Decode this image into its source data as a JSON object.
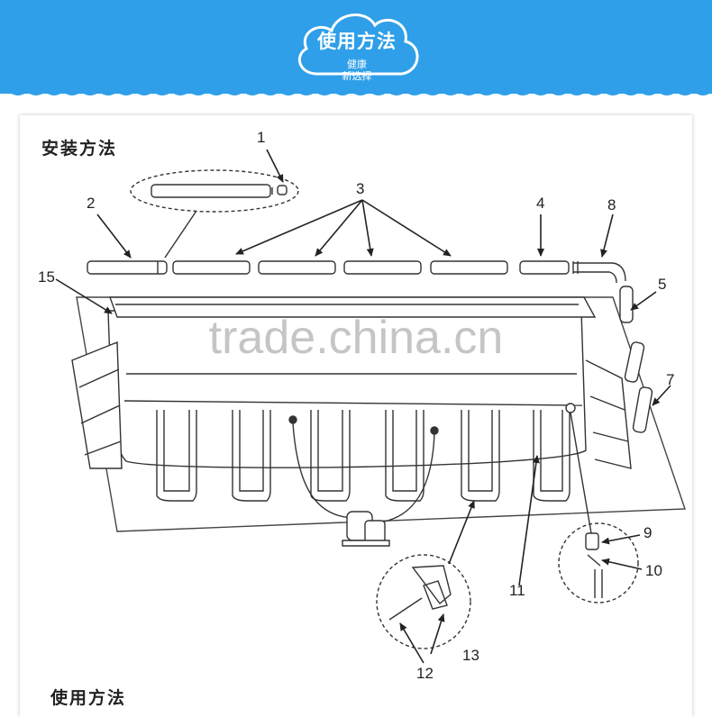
{
  "banner": {
    "title": "使用方法",
    "subtitle_line1": "健康",
    "subtitle_line2": "新选择",
    "color": "#2f9fe9"
  },
  "sections": {
    "install_heading": "安装方法",
    "usage_heading": "使用方法"
  },
  "watermark": "trade.china.cn",
  "callouts": {
    "n1": "1",
    "n2": "2",
    "n3": "3",
    "n4": "4",
    "n5": "5",
    "n7": "7",
    "n8": "8",
    "n9": "9",
    "n10": "10",
    "n11": "11",
    "n12": "12",
    "n13": "13",
    "n15": "15"
  }
}
